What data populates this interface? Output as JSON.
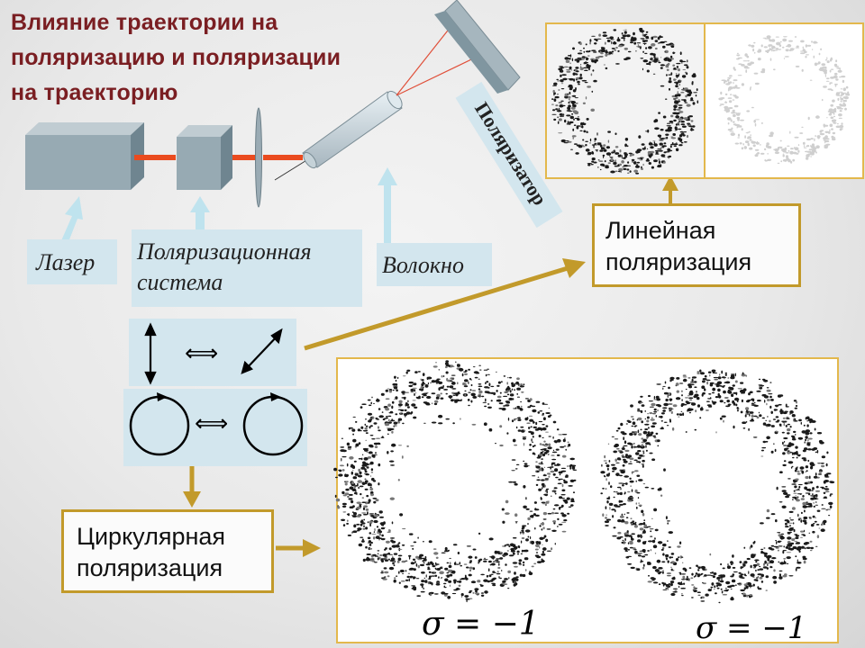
{
  "slide": {
    "title_line1": "Влияние траектории на",
    "title_line2": "поляризацию и поляризации",
    "title_line3": "на траекторию",
    "labels": {
      "laser": "Лазер",
      "pol_line1": "Поляризационная",
      "pol_line2": "система",
      "fiber": "Волокно",
      "polarizer": "Поляризатор"
    },
    "boxes": {
      "linear_line1": "Линейная",
      "linear_line2": "поляризация",
      "circular_line1": "Циркулярная",
      "circular_line2": "поляризация"
    },
    "sigma_left": "σ = −1",
    "sigma_right": "σ = −1",
    "double_arrow_top": "⟺",
    "double_arrow_bottom": "⟺"
  },
  "colors": {
    "title": "#7a1e22",
    "beam": "#ea4b1f",
    "label_bg": "#d3e6ee",
    "gold": "#c29a2b",
    "pale_arrow": "#bfe3ee"
  }
}
